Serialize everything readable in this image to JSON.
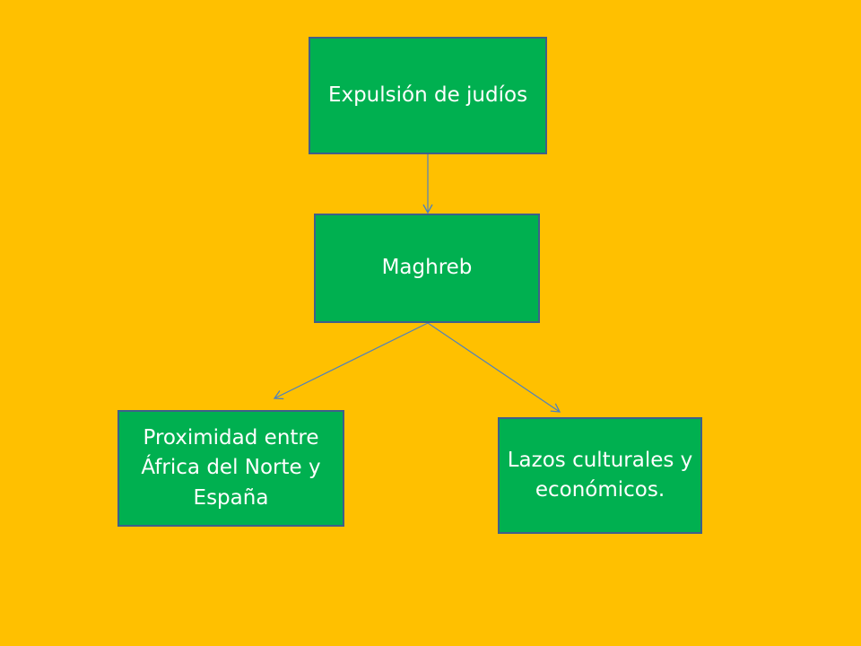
{
  "colors": {
    "background": "#FFC000",
    "node_fill": "#00B050",
    "node_border": "#3F5F8A",
    "node_text": "#FFFFFF",
    "connector": "#4F81BD"
  },
  "nodes": {
    "expulsion": {
      "label": "Expulsión de judíos"
    },
    "maghreb": {
      "label": "Maghreb"
    },
    "proximidad": {
      "label": "Proximidad entre África del Norte y España"
    },
    "lazos": {
      "label": "Lazos culturales y económicos."
    }
  },
  "edges": [
    {
      "from": "expulsion",
      "to": "maghreb"
    },
    {
      "from": "maghreb",
      "to": "proximidad"
    },
    {
      "from": "maghreb",
      "to": "lazos"
    }
  ]
}
